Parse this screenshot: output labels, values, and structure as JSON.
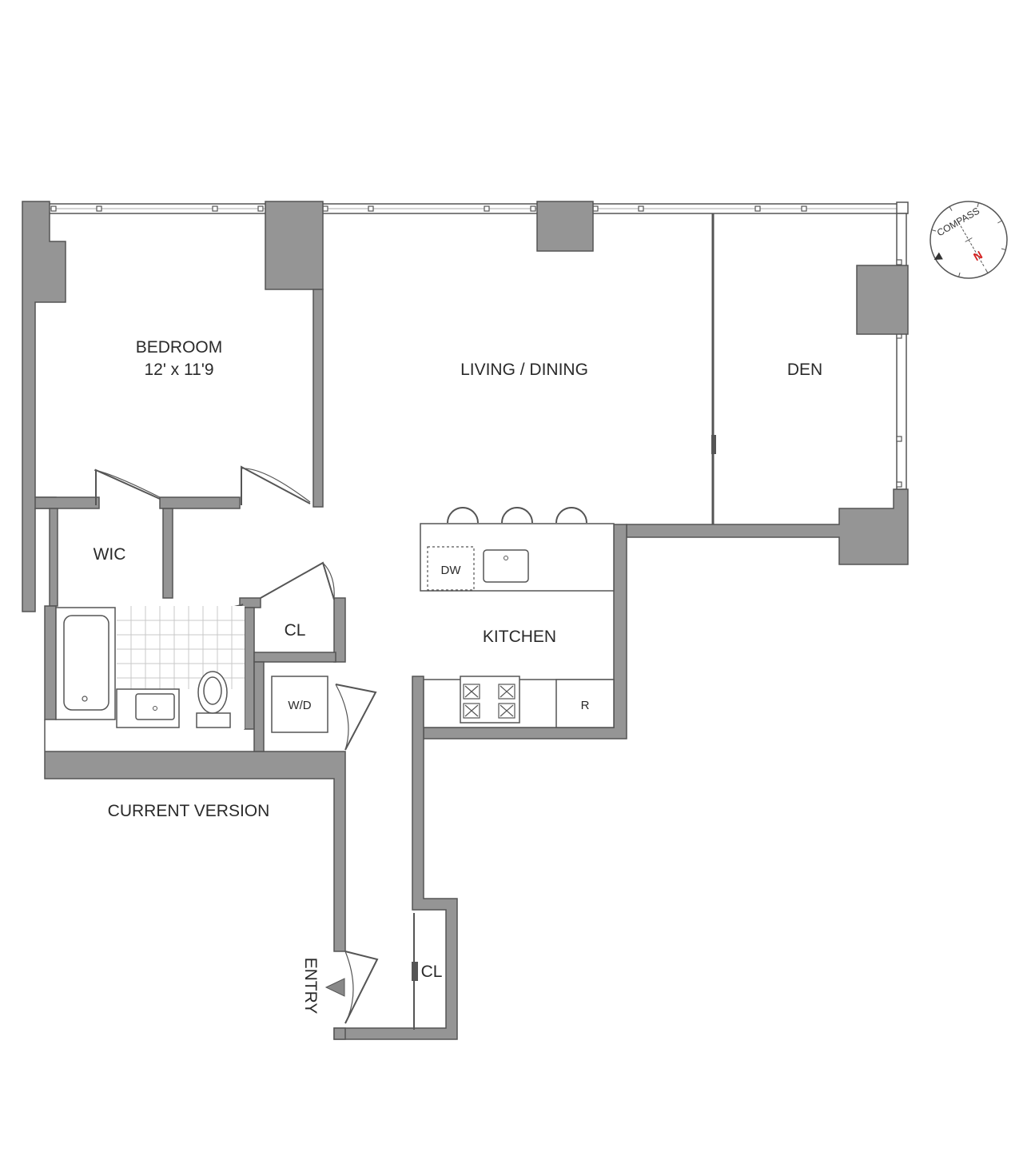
{
  "rooms": {
    "bedroom": {
      "name": "BEDROOM",
      "dims": "12' x 11'9"
    },
    "living": {
      "name": "LIVING / DINING"
    },
    "den": {
      "name": "DEN"
    },
    "kitchen": {
      "name": "KITCHEN"
    },
    "wic": {
      "name": "WIC"
    },
    "closet_hall": {
      "name": "CL"
    },
    "closet_entry": {
      "name": "CL"
    },
    "washer_dryer": {
      "name": "W/D"
    },
    "dishwasher": {
      "name": "DW"
    },
    "refrigerator": {
      "name": "R"
    }
  },
  "entry_label": "ENTRY",
  "version_label": "CURRENT VERSION",
  "compass": {
    "label": "COMPASS",
    "north": "N"
  },
  "colors": {
    "wall": "#959595",
    "line": "#555555",
    "north": "#d42020"
  }
}
